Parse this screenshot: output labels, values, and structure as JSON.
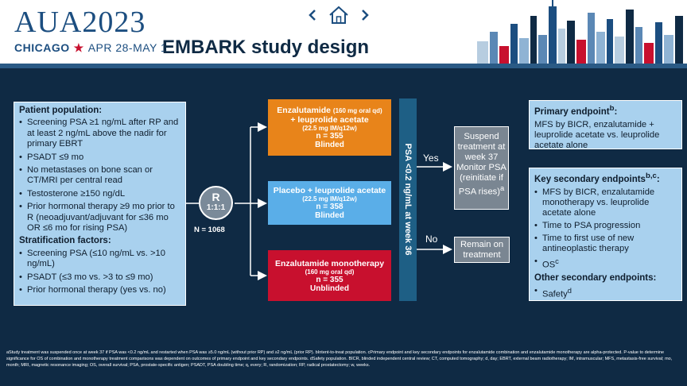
{
  "header": {
    "logo_aua": "AUA",
    "logo_year": "2023",
    "logo_city": "CHICAGO",
    "logo_dates": "APR 28-MAY 1",
    "title": "EMBARK study design",
    "nav_prev_icon": "chevron-left-icon",
    "nav_home_icon": "home-icon",
    "nav_next_icon": "chevron-right-icon"
  },
  "patient_box": {
    "population_heading": "Patient population:",
    "population_items": [
      "Screening PSA ≥1 ng/mL after RP and at least 2 ng/mL above the nadir for primary EBRT",
      "PSADT ≤9 mo",
      "No metastases on bone scan or CT/MRI per central read",
      "Testosterone ≥150 ng/dL",
      "Prior hormonal therapy ≥9 mo prior to R (neoadjuvant/adjuvant for ≤36 mo OR ≤6 mo for rising PSA)"
    ],
    "stratification_heading": "Stratification factors:",
    "stratification_items": [
      "Screening PSA (≤10 ng/mL vs. >10 ng/mL)",
      "PSADT (≤3 mo vs. >3 to ≤9 mo)",
      "Prior hormonal therapy (yes vs. no)"
    ]
  },
  "randomization": {
    "letter": "R",
    "ratio": "1:1:1",
    "n_label": "N = 1068"
  },
  "arms": [
    {
      "name": "Enzalutamide",
      "name_small": "(160 mg oral qd)",
      "name2": "+ leuprolide acetate",
      "dose": "(22.5 mg IM/q12w)",
      "n": "n = 355",
      "blinding": "Blinded",
      "color": "#e8841a"
    },
    {
      "name": "Placebo + leuprolide acetate",
      "dose": "(22.5 mg IM/q12w)",
      "n": "n = 358",
      "blinding": "Blinded",
      "color": "#5aaee8"
    },
    {
      "name": "Enzalutamide monotherapy",
      "dose": "(160 mg oral qd)",
      "n": "n = 355",
      "blinding": "Unblinded",
      "color": "#c8102e"
    }
  ],
  "psa_bar": {
    "label": "PSA <0.2 ng/mL at week 36"
  },
  "decision": {
    "yes": "Yes",
    "no": "No"
  },
  "suspend_box": {
    "text": "Suspend treatment at week 37 Monitor PSA (reinitiate if PSA rises)",
    "sup": "a"
  },
  "remain_box": {
    "text": "Remain on treatment"
  },
  "primary_box": {
    "heading": "Primary endpoint",
    "heading_sup": "b",
    "heading_end": ":",
    "text": "MFS by BICR, enzalutamide + leuprolide acetate vs. leuprolide acetate alone"
  },
  "secondary_box": {
    "key_heading": "Key secondary endpoints",
    "key_heading_sup": "b,c",
    "key_heading_end": ":",
    "key_items": [
      "MFS by BICR, enzalutamide monotherapy vs. leuprolide acetate alone",
      "Time to PSA progression",
      "Time to first use of new antineoplastic therapy",
      "OS"
    ],
    "os_sup": "c",
    "other_heading": "Other secondary endpoints:",
    "other_items": [
      "Safety"
    ],
    "safety_sup": "d"
  },
  "footnotes": "aStudy treatment was suspended once at week 37 if PSA was <0.2 ng/mL and restarted when PSA was ≥5.0 ng/mL (without prior RP) and ≥2 ng/mL (prior RP). bIntent-to-treat population. cPrimary endpoint and key secondary endpoints for enzalutamide combination and enzalutamide monotherapy are alpha-protected. P-value to determine significance for OS of combination and monotherapy treatment comparisons was dependent on outcomes of primary endpoint and key secondary endpoints. dSafety population. BICR, blinded independent central review; CT, computed tomography; d, day; EBRT, external beam radiotherapy; IM, intramuscular; MFS, metastasis-free survival; mo, month; MRI, magnetic resonance imaging; OS, overall survival; PSA, prostate-specific antigen; PSADT, PSA doubling time; q, every; R, randomization; RP, radical prostatectomy; w, weeks.",
  "colors": {
    "background": "#0f2a44",
    "accent_blue": "#1c4e80",
    "light_box": "#a9d1ee",
    "grey_box": "#7a8692"
  }
}
